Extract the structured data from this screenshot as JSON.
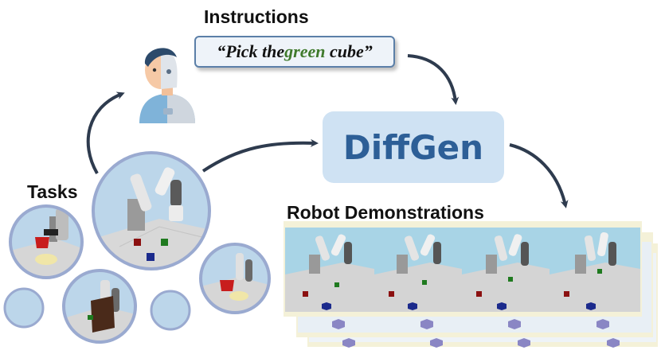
{
  "titles": {
    "instructions": "Instructions",
    "tasks": "Tasks",
    "robot_demos": "Robot Demonstrations"
  },
  "instruction": {
    "prefix": "“Pick the ",
    "highlight": "green",
    "suffix": " cube”"
  },
  "model": {
    "name": "DiffGen"
  },
  "colors": {
    "arrow": "#2e3b4e",
    "circle_fill": "#bcd6ea",
    "circle_border": "#9aaad0",
    "model_box": "#cfe2f3",
    "model_text": "#2d5f97",
    "highlight_green": "#3f7a2c"
  },
  "icons": {
    "user": "human-robot-avatar-icon"
  }
}
